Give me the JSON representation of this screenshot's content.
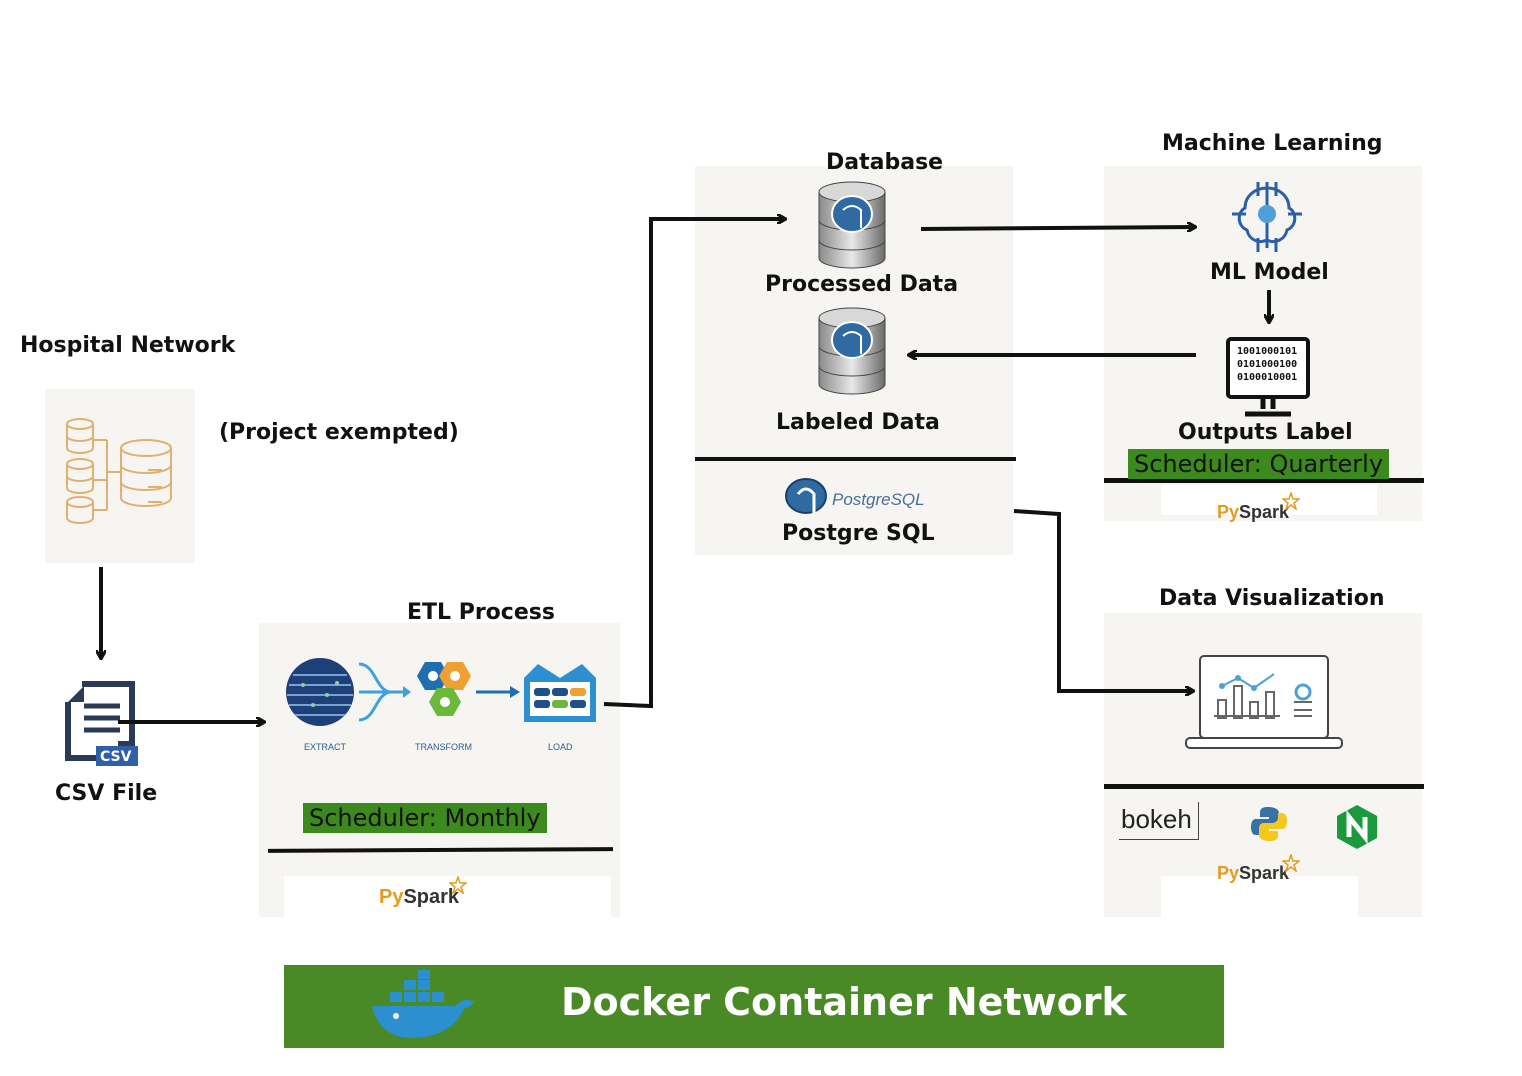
{
  "hospital": {
    "title": "Hospital Network",
    "note": "(Project exempted)"
  },
  "csv": {
    "badge": "CSV",
    "label": "CSV File"
  },
  "etl": {
    "title": "ETL Process",
    "steps": [
      "EXTRACT",
      "TRANSFORM",
      "LOAD"
    ],
    "scheduler": "Scheduler: Monthly",
    "tool_py": "Py",
    "tool_spark": "Spark"
  },
  "database": {
    "title": "Database",
    "processed": "Processed Data",
    "labeled": "Labeled Data",
    "logo_text": "PostgreSQL",
    "engine": "Postgre  SQL"
  },
  "ml": {
    "title": "Machine Learning",
    "model": "ML Model",
    "binary": [
      "1001000101",
      "0101000100",
      "0100010001"
    ],
    "outputs": "Outputs Label",
    "scheduler": "Scheduler: Quarterly",
    "tool_py": "Py",
    "tool_spark": "Spark"
  },
  "viz": {
    "title": "Data Visualization",
    "bokeh": "bokeh",
    "tool_py": "Py",
    "tool_spark": "Spark"
  },
  "docker": {
    "label": "Docker Container Network"
  },
  "colors": {
    "panel": "#f7f5f2",
    "green": "#3c8a1e",
    "docker_green": "#4a8a26",
    "db_blue": "#2f6aa3",
    "etl_orange": "#f0a030"
  }
}
